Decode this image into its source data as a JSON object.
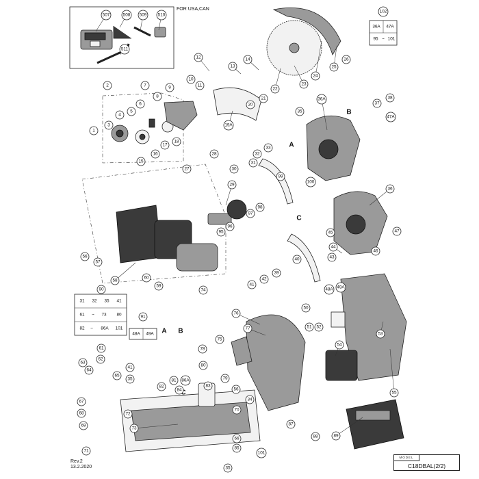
{
  "notes": {
    "for_usa": "FOR USA,CAN",
    "rev": "Rev.2",
    "date": "13.2.2020"
  },
  "model": {
    "label": "MODEL",
    "value": "C18DBAL(2/2)"
  },
  "ref_letters": [
    "A",
    "B",
    "C"
  ],
  "part_labels": [
    "1",
    "2",
    "3",
    "4",
    "5",
    "6",
    "7",
    "8",
    "9",
    "10",
    "11",
    "12",
    "13",
    "14",
    "15",
    "16",
    "17",
    "18",
    "19A",
    "20",
    "21",
    "22",
    "23",
    "24",
    "25",
    "26",
    "27",
    "28",
    "29",
    "30",
    "31",
    "32",
    "33",
    "34",
    "35",
    "36",
    "36A",
    "37",
    "38",
    "39",
    "40",
    "41",
    "42",
    "43",
    "44",
    "45",
    "46",
    "47",
    "47A",
    "48A",
    "49A",
    "50",
    "51",
    "52",
    "53",
    "54",
    "55",
    "56",
    "57",
    "58",
    "59",
    "60",
    "61",
    "62",
    "63",
    "64",
    "65",
    "66",
    "67",
    "68",
    "69",
    "70",
    "71",
    "72",
    "73",
    "74",
    "75",
    "76",
    "77",
    "78",
    "79",
    "80",
    "81",
    "82",
    "83",
    "84",
    "85",
    "86A",
    "87",
    "88",
    "89",
    "90",
    "91",
    "95",
    "96",
    "97",
    "98",
    "99",
    "100",
    "101",
    "102",
    "507",
    "508",
    "509",
    "510",
    "511"
  ],
  "group_boxes": [
    {
      "id": "102",
      "items": [
        "36A",
        "47A",
        "95",
        "~",
        "101"
      ]
    },
    {
      "id": "90",
      "items": [
        "31",
        "32",
        "35",
        "41",
        "61",
        "~",
        "73",
        "80",
        "82",
        "~",
        "86A",
        "101"
      ]
    },
    {
      "id": "91",
      "items": [
        "48A",
        "49A"
      ]
    }
  ]
}
